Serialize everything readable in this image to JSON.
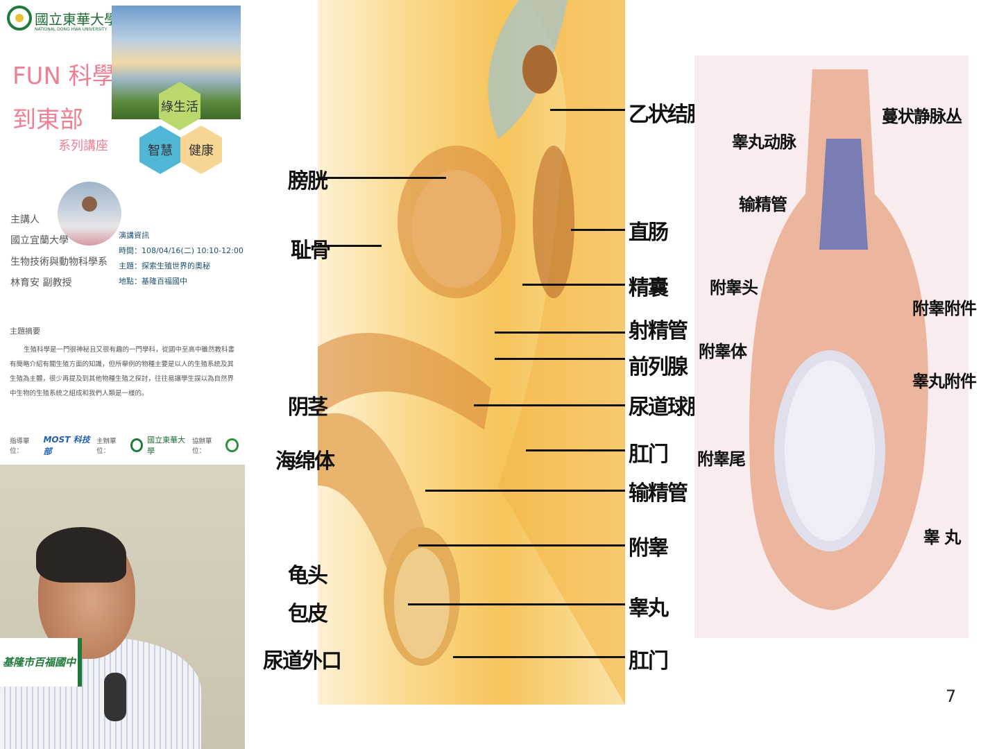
{
  "poster": {
    "university_name": "國立東華大學",
    "university_en": "NATIONAL DONG HWA UNIVERSITY",
    "title_line1": "FUN 科學",
    "title_line2": "到東部",
    "subtitle": "系列講座",
    "hexagons": [
      "綠生活",
      "智慧",
      "健康"
    ],
    "speaker": {
      "heading": "主講人",
      "school": "國立宜蘭大學",
      "department": "生物技術與動物科學系",
      "name": "林育安 副教授"
    },
    "talk_info": {
      "heading": "演講資訊",
      "time": "時間：108/04/16(二)   10:10-12:00",
      "topic": "主題：探索生殖世界的奧秘",
      "location": "地點：基隆百福國中"
    },
    "abstract": {
      "heading": "主題摘要",
      "body": "生殖科學是一門很神秘且又很有趣的一門學科，從國中至高中雖然教科書有簡略介紹有關生殖方面的知識，但所舉例的物種主要是以人的生殖系統及其生殖為主體，很少再提及到其他物種生殖之探討，往往易讓學生誤以為自然界中生物的生殖系統之組成和我們人類是一樣的。"
    },
    "footer": {
      "guide_label": "指導單位：",
      "guide_org": "MOST 科技部",
      "host_label": "主辦單位：",
      "host_org": "國立東華大學",
      "co_label": "協辦單位："
    }
  },
  "video": {
    "banner_text": "基隆市百福國中"
  },
  "slide": {
    "page_number": "7",
    "diagram1_left_labels": [
      "膀胱",
      "耻骨",
      "阴茎",
      "海绵体",
      "龟头",
      "包皮",
      "尿道外口"
    ],
    "diagram1_right_labels": [
      "乙状结肠",
      "直肠",
      "精囊",
      "射精管",
      "前列腺",
      "尿道球腺",
      "肛门",
      "输精管",
      "附睾",
      "睾丸",
      "肛门"
    ],
    "diagram2_left_labels": [
      "睾丸动脉",
      "输精管",
      "附睾头",
      "附睾体",
      "附睾尾"
    ],
    "diagram2_right_labels": [
      "蔓状静脉丛",
      "附睾附件",
      "睾丸附件",
      "睾 丸"
    ]
  }
}
